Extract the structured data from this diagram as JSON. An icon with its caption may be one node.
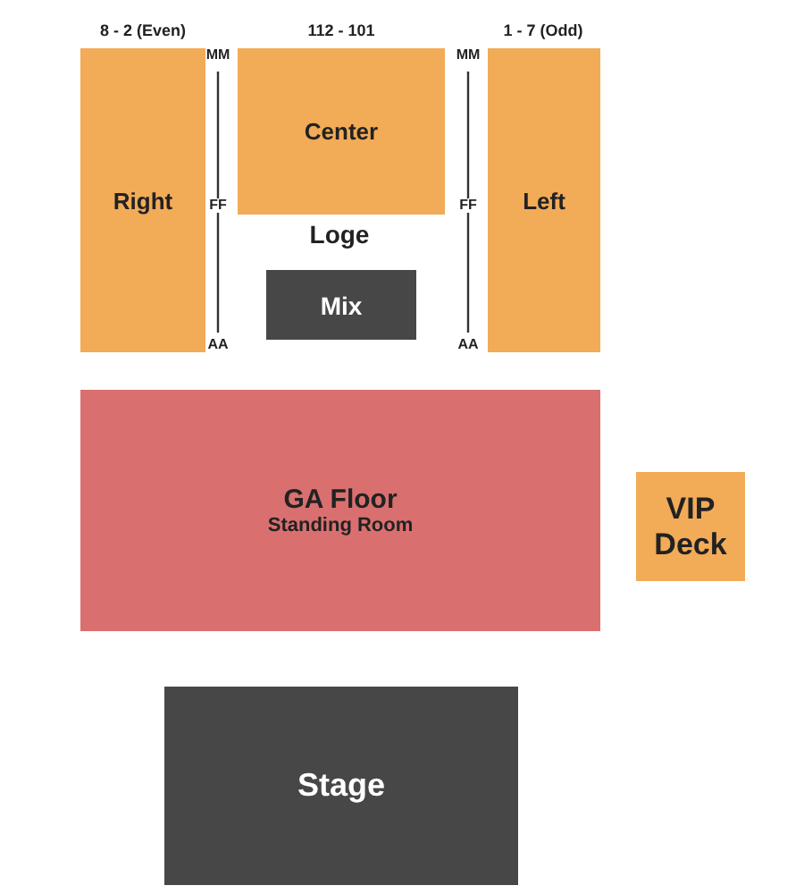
{
  "diagram": {
    "nodes": [
      {
        "text": [
          "Right"
        ],
        "beside": [
          "8 - 2 (Even)"
        ]
      },
      {
        "text": [
          "Center"
        ],
        "beside": [
          "112 - 101"
        ]
      },
      {
        "text": [
          "Left"
        ],
        "beside": [
          "1 - 7 (Odd)"
        ]
      },
      {
        "text": [
          "Mix"
        ]
      },
      {
        "text": [
          "GA Floor",
          "Standing Room"
        ]
      },
      {
        "text": [
          "VIP Deck"
        ]
      },
      {
        "text": [
          "Stage"
        ]
      }
    ],
    "edges": [],
    "labels": [
      "MM",
      "MM",
      "FF",
      "FF",
      "Loge",
      "AA",
      "AA"
    ]
  }
}
